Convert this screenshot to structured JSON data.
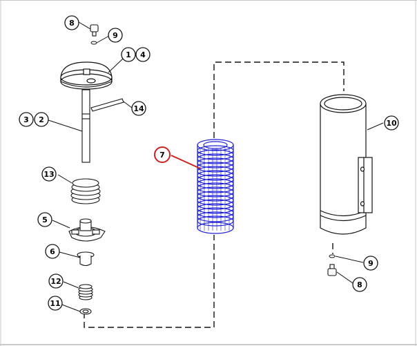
{
  "callouts": {
    "c8_top": "8",
    "c9_top": "9",
    "c1": "1",
    "c4": "4",
    "c14": "14",
    "c3": "3",
    "c2": "2",
    "c13": "13",
    "c5": "5",
    "c6": "6",
    "c12": "12",
    "c11": "11",
    "c7": "7",
    "c10": "10",
    "c9_right": "9",
    "c8_right": "8"
  },
  "colors": {
    "line": "#111111",
    "highlight": "#cc1f1f",
    "filter": "#1f1fd6",
    "frame": "#c8c8c8"
  }
}
